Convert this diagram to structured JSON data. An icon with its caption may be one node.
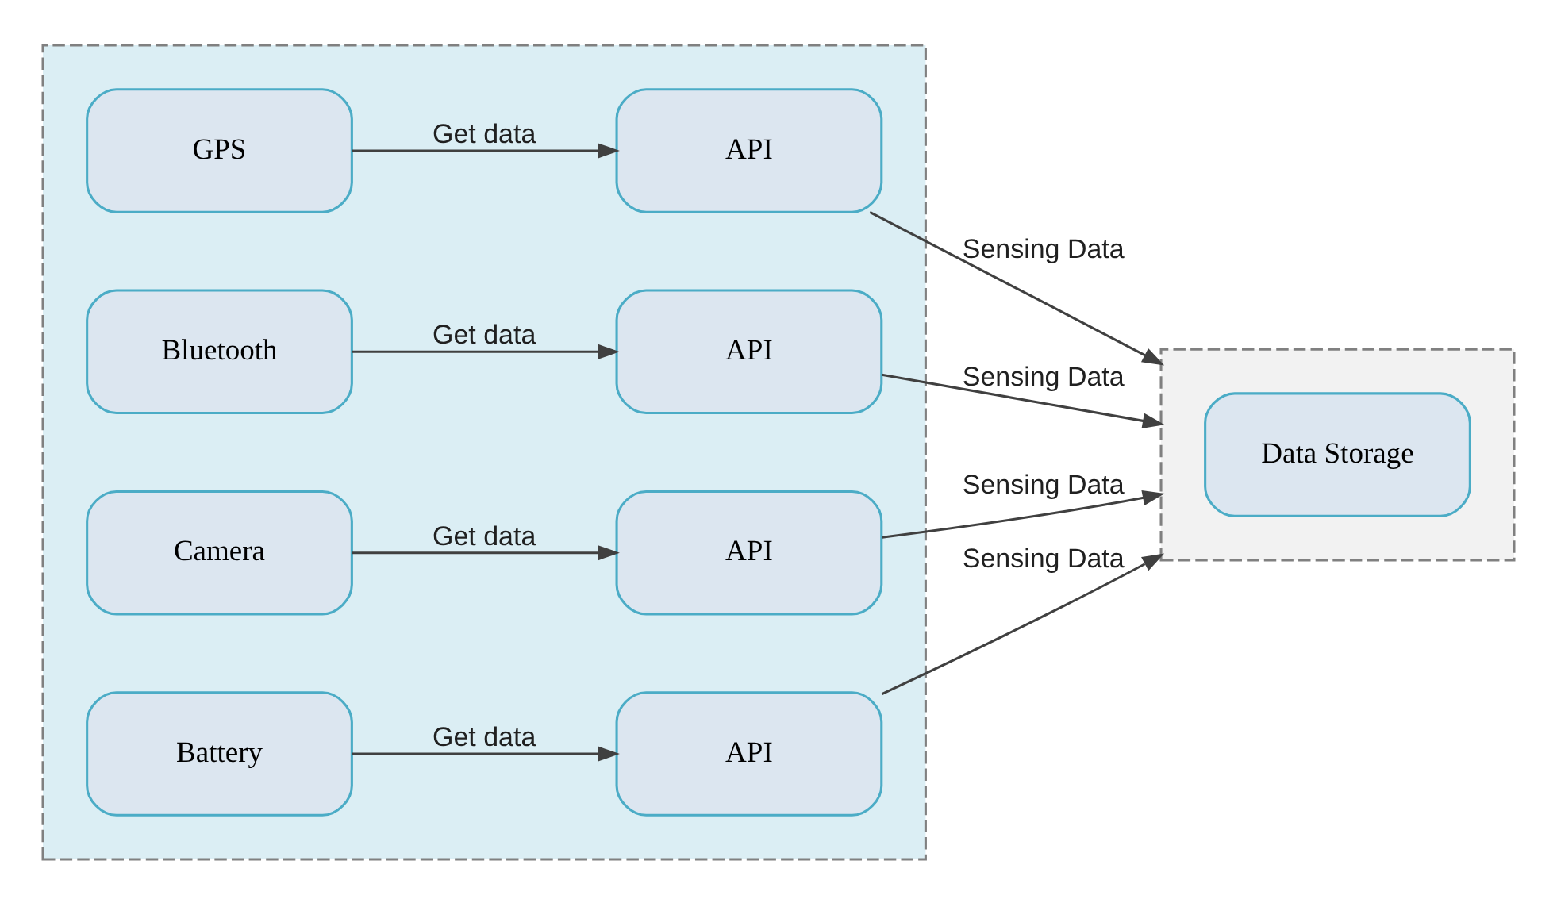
{
  "diagram": {
    "nodes": [
      {
        "text": [],
        "shape": "box"
      },
      {
        "text": [
          "GPS"
        ],
        "in": 0
      },
      {
        "text": [
          "API"
        ],
        "in": 0
      },
      {
        "text": [
          "Bluetooth"
        ],
        "in": 0
      },
      {
        "text": [
          "API"
        ],
        "in": 0
      },
      {
        "text": [
          "Camera"
        ],
        "in": 0
      },
      {
        "text": [
          "API"
        ],
        "in": 0
      },
      {
        "text": [
          "Battery"
        ],
        "in": 0
      },
      {
        "text": [
          "API"
        ],
        "in": 0
      },
      {
        "text": [],
        "shape": "box"
      },
      {
        "text": [
          "Data Storage"
        ],
        "in": 9
      }
    ],
    "edges": [
      {
        "from": 1,
        "to": 2,
        "arrow": "to",
        "label": "Get data"
      },
      {
        "from": 2,
        "to": 9,
        "arrow": "to",
        "label": "Sensing Data"
      },
      {
        "from": 3,
        "to": 4,
        "arrow": "to",
        "label": "Get data"
      },
      {
        "from": 4,
        "to": 9,
        "arrow": "to",
        "label": "Sensing Data"
      },
      {
        "from": 5,
        "to": 6,
        "arrow": "to",
        "label": "Get data"
      },
      {
        "from": 6,
        "to": 9,
        "arrow": "to",
        "label": "Sensing Data"
      },
      {
        "from": 7,
        "to": 8,
        "arrow": "to",
        "label": "Get data"
      },
      {
        "from": 8,
        "to": 9,
        "arrow": "to",
        "label": "Sensing Data"
      }
    ]
  }
}
